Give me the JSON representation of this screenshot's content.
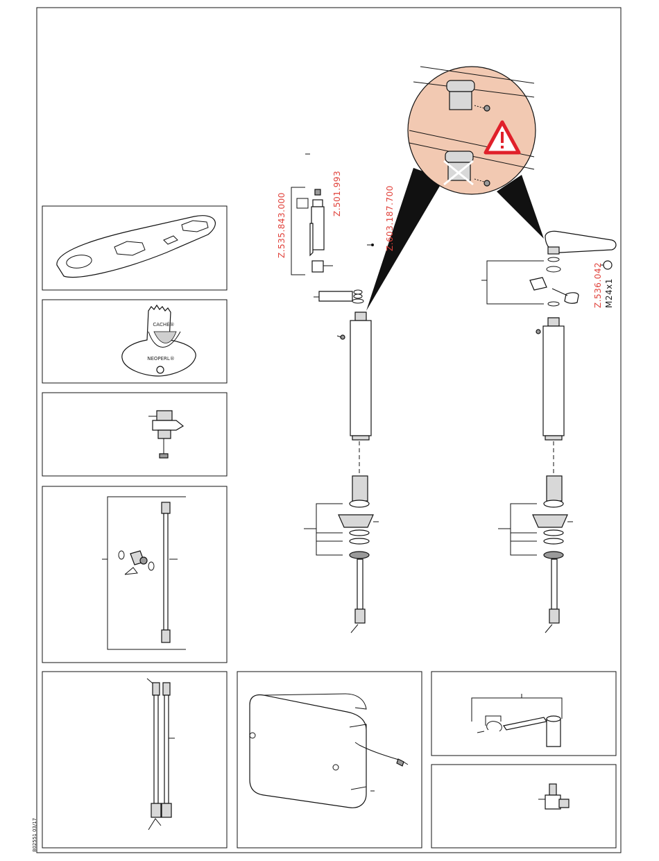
{
  "labels": {
    "part_a": "Z.535.843.000",
    "part_b": "Z.501.993",
    "part_c": "Z.603.187.700",
    "part_d": "Z.536.042",
    "thread": "M24x1",
    "footer_code": "802551 03/17"
  },
  "brand": {
    "cache": "CACHÉ®",
    "neoperl": "NEOPERL®"
  },
  "colors": {
    "label_red": "#e0413a",
    "warning_red": "#e0202a",
    "detail_fill": "#f2c9b2",
    "outline": "#111111"
  },
  "icons": [
    "warning-triangle-icon",
    "cross-out-icon"
  ]
}
